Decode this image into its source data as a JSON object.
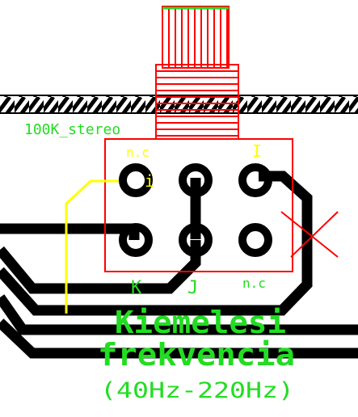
{
  "component": {
    "value_label": "100K_stereo"
  },
  "pin_labels": {
    "nc_top": "n.c",
    "one": "I",
    "i": "i",
    "k": "K",
    "j": "J",
    "nc_bottom": "n.c"
  },
  "caption": {
    "line1": "Kiemelesi",
    "line2": "frekvencia",
    "line3": "(40Hz-220Hz)"
  },
  "colors": {
    "silkscreen_green": "#22dd22",
    "outline_red": "#ff0000",
    "jumper_yellow": "#ffff00",
    "copper_black": "#000000"
  }
}
